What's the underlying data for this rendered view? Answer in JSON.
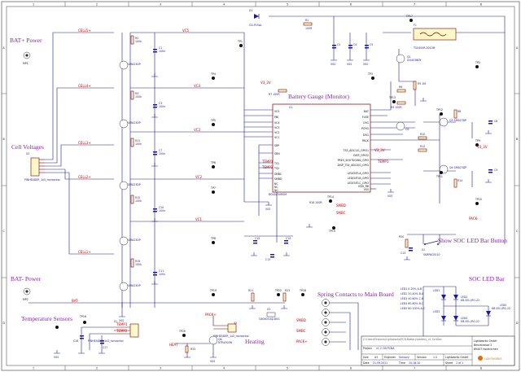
{
  "frame": {
    "col_labels": [
      "1",
      "2",
      "3",
      "4",
      "5",
      "6",
      "7",
      "8"
    ],
    "row_labels": [
      "A",
      "B",
      "C",
      "D"
    ]
  },
  "sections": {
    "bat_plus_power": "BAT+ Power",
    "cell_voltages": "Cell Voltages",
    "bat_minus_power": "BAT- Power",
    "temperature_sensors": "Temperature Sensors",
    "battery_gauge": "Battery Gauge (Monitor)",
    "spring_contacts": "Spring Contacts to Main Board",
    "heating": "Heating",
    "show_soc_led": "Show SOC LED Bar Button",
    "soc_led_bar": "SOC LED Bar"
  },
  "nets": {
    "cell1": "CELL1+",
    "cell2": "CELL2+",
    "cell3": "CELL3+",
    "cell4": "CELL4+",
    "cell5": "CELL5+",
    "vc1": "VC1",
    "vc2": "VC2",
    "vc3": "VC3",
    "vc4": "VC4",
    "vc5": "VC5",
    "bat": "BAT-",
    "pack": "PACK+",
    "packm": "PACK-",
    "v3v": "V3_3V",
    "smbd": "SMBD",
    "smbc": "SMBC",
    "temp1": "TEMP1",
    "temp2": "TEMP2",
    "heat": "HEAT",
    "vss": "VSS"
  },
  "ic": {
    "ref": "U1",
    "part": "BQ40Z50RSM",
    "left_pins": [
      "VC5",
      "PBI",
      "VC4",
      "VC3",
      "VC2",
      "VC1",
      "SRP",
      "SRN",
      "TS1",
      "TS2",
      "SMBC",
      "SMBD",
      "NC",
      "NC",
      "NC"
    ],
    "right_pins": [
      "BAT",
      "FUSE",
      "CHG",
      "PCHG",
      "DSG",
      "PACK",
      "TS3_ADC1/G_GPIO1",
      "DISP_GPIO2",
      "PRES_SHUTDOWN_GPIO",
      "DISP_TS4_ADC0/G_GPIO",
      "LEDCNTLA_GPIO",
      "LEDCNTLB_GPIO",
      "LEDCNTLC_GPIO",
      "VDD_RB",
      "VSS"
    ]
  },
  "connectors": {
    "x3": "X3",
    "x3_part": "PINHEADER_1x5_horizontal",
    "x1": "X1",
    "x1_part": "PINHEADER_1x3_horizontal",
    "x2": "X2",
    "x2_part": "PINHEADER_1x2_horizontal",
    "mp1": "MP1",
    "mp2": "MP2"
  },
  "parts": {
    "fuse": "F1",
    "fuse_part": "TSV400R-2010M",
    "sw": "S1",
    "sw_part": "SKRPACE010",
    "q_main": "Q1",
    "q_main_part": "SI4403BDY",
    "fet": "SIRA23DP",
    "fet2": "2N7002",
    "diode": "D1",
    "diode_part": "CD-P1SAL",
    "vreg": "U2",
    "vreg_part": "CB0603-BZ-B0G",
    "q_heat": "Q6",
    "q_heat_part": "NTR4503N",
    "tp": "TP"
  },
  "leds": {
    "title_list": [
      "LED1 0-20% A-B",
      "LED2 20-40% B-A",
      "LED3 40-60% C-B",
      "LED4 60-80% B-C",
      "LED5 80-100% A-C"
    ],
    "labels": [
      "LED1",
      "LED2",
      "LED3",
      "LED4",
      "LED5"
    ],
    "part": "KB-SEL JRG-22"
  },
  "titleblock": {
    "project_label": "Project",
    "project": "v1 2 ON PCBA",
    "size_label": "Size",
    "size": "A3",
    "engineer_label": "Engineer",
    "engineer": "Sensory",
    "version_label": "Version",
    "version": "1.0",
    "date_label": "Date",
    "date": "21.09.2021",
    "time_label": "Time",
    "time": "10:18:10",
    "sheet_label": "Sheet",
    "sheet": "1 of 1",
    "company_name": "Lightworks GmbH",
    "company_street": "Benzstrasse 2",
    "company_city": "89407 Holzkirchen",
    "logo": "LIGHTWORKS",
    "file": "C:\\Users\\Projects\\Lightworks\\PCB-Battery\\battery_v1.SchDoc"
  }
}
